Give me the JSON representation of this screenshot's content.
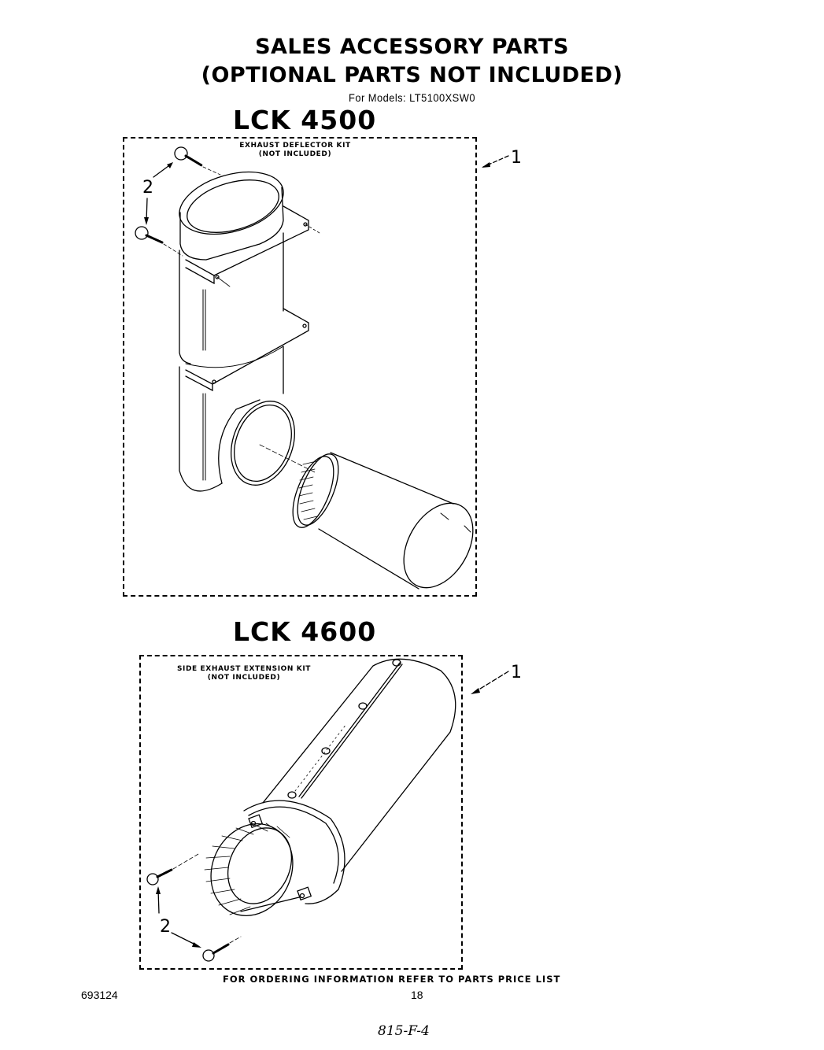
{
  "header": {
    "title_line1": "SALES ACCESSORY PARTS",
    "title_line2": "(OPTIONAL PARTS NOT INCLUDED)",
    "models_line": "For Models: LT5100XSW0"
  },
  "kits": [
    {
      "name": "LCK 4500",
      "caption_line1": "EXHAUST DEFLECTOR KIT",
      "caption_line2": "(NOT INCLUDED)",
      "callouts": [
        "1",
        "2"
      ]
    },
    {
      "name": "LCK 4600",
      "caption_line1": "SIDE EXHAUST EXTENSION KIT",
      "caption_line2": "(NOT INCLUDED)",
      "callouts": [
        "1",
        "2"
      ]
    }
  ],
  "footer": {
    "ordering_note": "FOR ORDERING INFORMATION REFER TO PARTS PRICE LIST",
    "document_number": "693124",
    "page_number": "18",
    "handwritten_note": "815-F-4"
  }
}
